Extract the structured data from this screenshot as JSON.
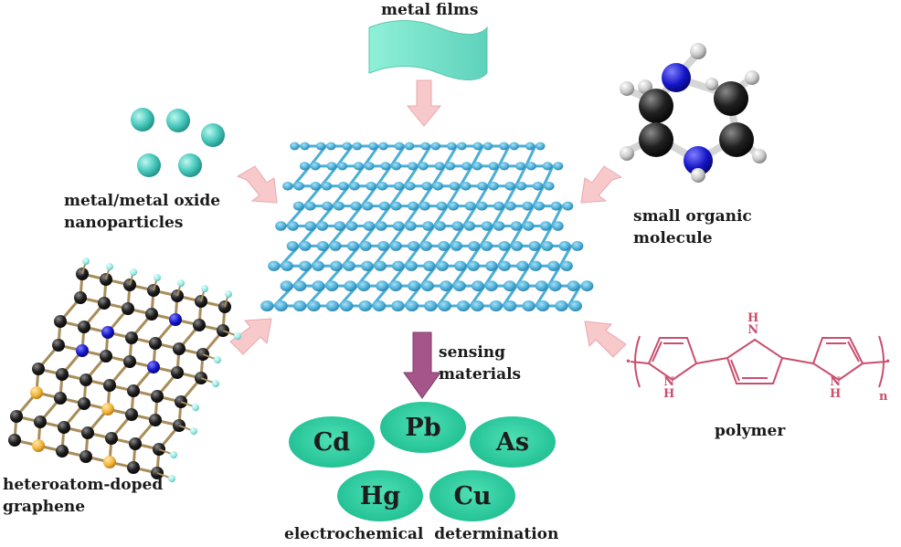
{
  "labels": {
    "metal_films": "metal films",
    "nanoparticles_line1": "metal/metal oxide",
    "nanoparticles_line2": "nanoparticles",
    "small_molecule_line1": "small organic",
    "small_molecule_line2": "molecule",
    "graphene_line1": "heteroatom-doped",
    "graphene_line2": "graphene",
    "sensing_line1": "sensing",
    "sensing_line2": "materials",
    "polymer": "polymer",
    "determination": "electrochemical  determination"
  },
  "polymer_atoms": {
    "nh_left": "N\nH",
    "nh_center": "H\nN",
    "nh_right": "N\nH",
    "subscript": "n"
  },
  "heavy_metals": [
    "Cd",
    "Pb",
    "As",
    "Hg",
    "Cu"
  ],
  "colors": {
    "lattice": "#4aaed6",
    "arrow": "#f6c6c8",
    "ion": "#2ac79b",
    "film": "#74e0c8",
    "polymer": "#c94f6d",
    "nitrogen": "#1010c0",
    "dopant": "#f2b43a"
  }
}
